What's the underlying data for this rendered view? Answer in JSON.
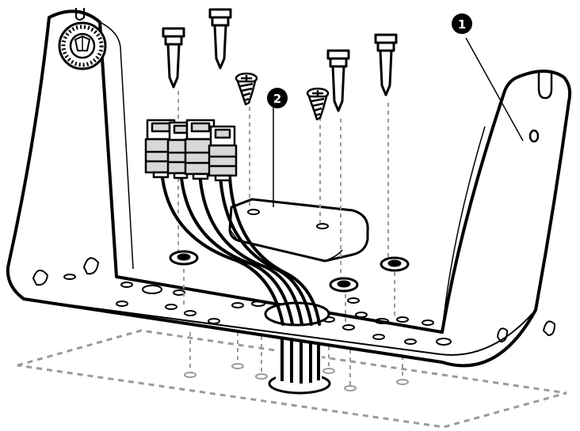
{
  "callouts": [
    {
      "number": "1",
      "target": "mounting-bracket"
    },
    {
      "number": "2",
      "target": "mounting-plate"
    }
  ],
  "colors": {
    "stroke": "#000000",
    "fill": "#ffffff",
    "guide": "#9a9a9a",
    "connector_shade": "#d8d8d8"
  },
  "parts": {
    "long_screws": 4,
    "short_screws": 2,
    "washers": 3,
    "cable_connectors": 4
  }
}
